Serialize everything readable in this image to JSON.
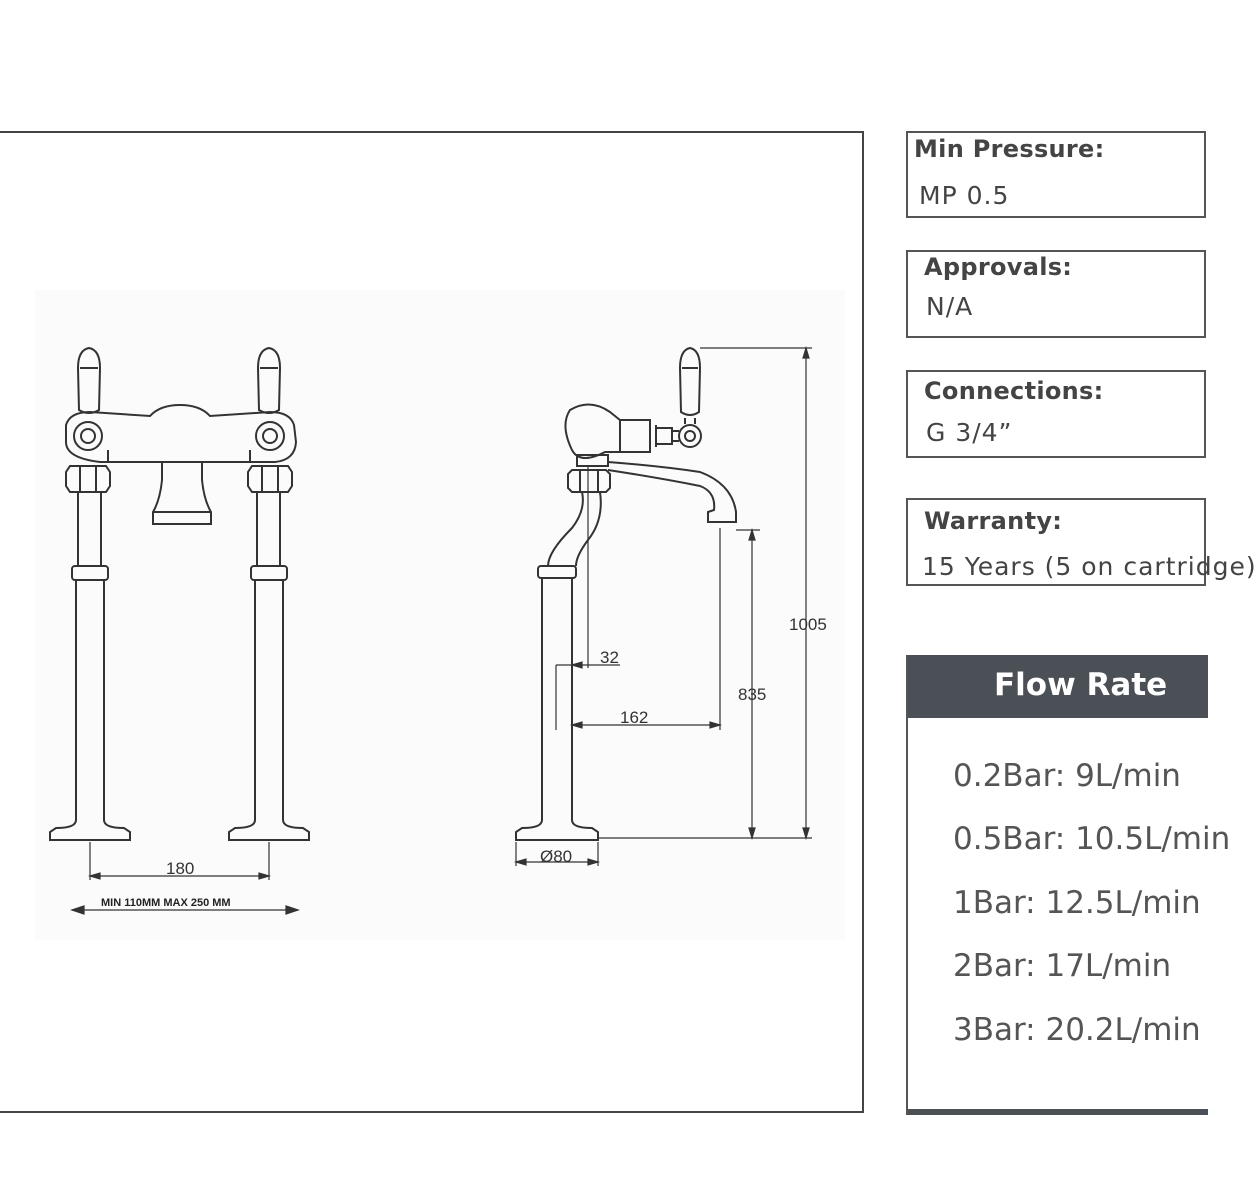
{
  "drawing": {
    "dimensions": {
      "width_180": "180",
      "range_note": "MIN 110MM  MAX 250 MM",
      "height_1005": "1005",
      "height_835": "835",
      "offset_32": "32",
      "reach_162": "162",
      "base_dia": "Ø80"
    }
  },
  "specs": {
    "min_pressure": {
      "label": "Min Pressure:",
      "value": "MP 0.5"
    },
    "approvals": {
      "label": "Approvals:",
      "value": "N/A"
    },
    "connections": {
      "label": "Connections:",
      "value": "G 3/4”"
    },
    "warranty": {
      "label": "Warranty:",
      "value": "15 Years (5 on cartridge)"
    }
  },
  "flow_rate": {
    "title": "Flow Rate",
    "items": [
      "0.2Bar: 9L/min",
      "0.5Bar: 10.5L/min",
      "1Bar: 12.5L/min",
      "2Bar: 17L/min",
      "3Bar: 20.2L/min"
    ]
  },
  "colors": {
    "header": "#4a5055",
    "line": "#333333"
  }
}
